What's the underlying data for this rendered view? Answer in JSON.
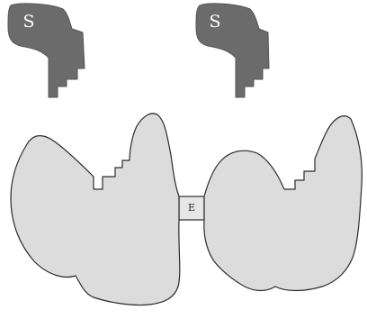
{
  "pieces": [
    {
      "label": "S",
      "color": "#6b6b6b"
    },
    {
      "label": "S",
      "color": "#6b6b6b"
    }
  ],
  "connector": {
    "label": "E"
  },
  "region_fill": "#dcdcdc",
  "outline_color": "#2b2b2b"
}
